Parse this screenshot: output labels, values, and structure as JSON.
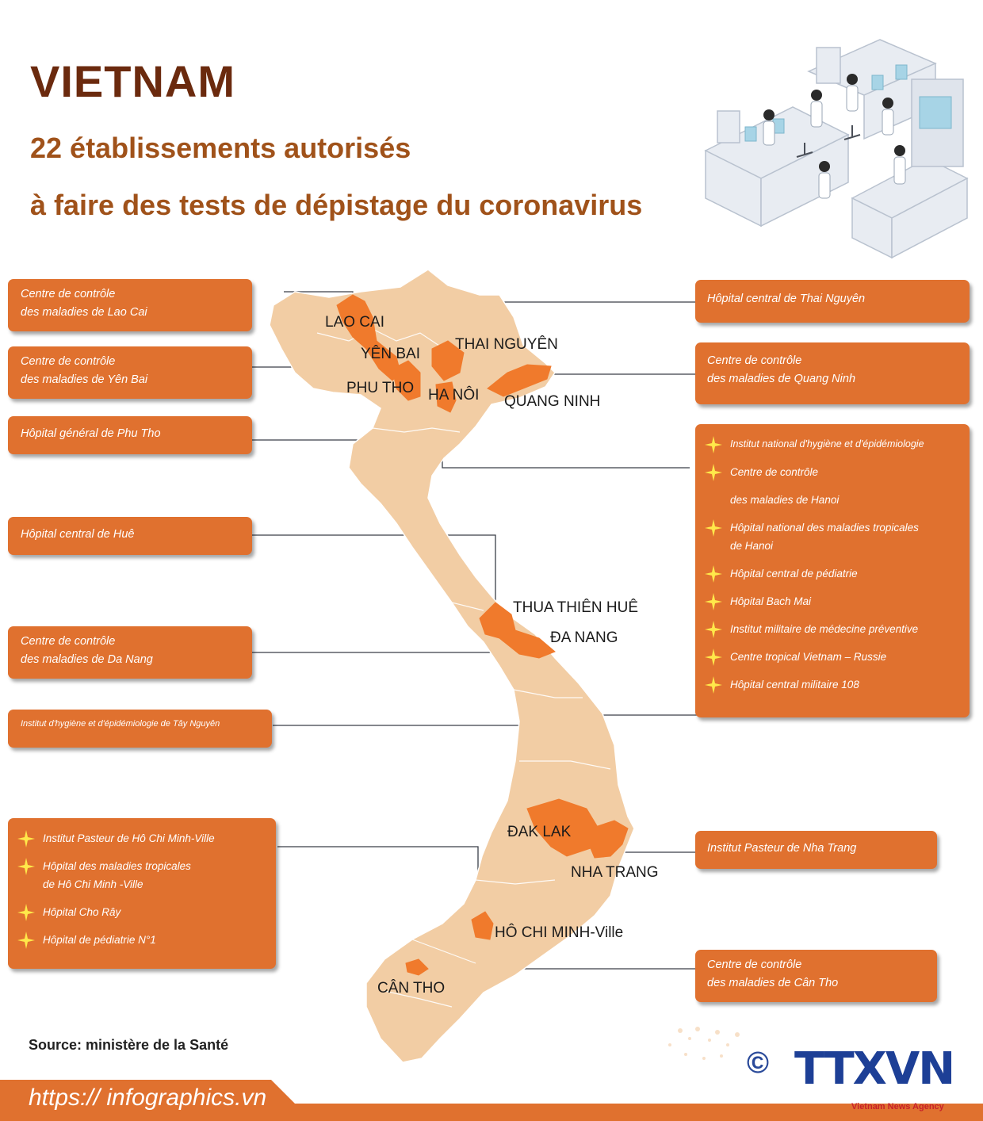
{
  "header": {
    "title": "VIETNAM",
    "subtitle_line1": "22 établissements autorisés",
    "subtitle_line2": "à faire des tests de dépistage du coronavirus"
  },
  "map_labels": {
    "lao_cai": "LAO CAI",
    "yen_bai": "YÊN BAI",
    "phu_tho": "PHU THO",
    "thai_nguyen": "THAI NGUYÊN",
    "ha_noi": "HA NÔI",
    "quang_ninh": "QUANG NINH",
    "thua_thien_hue": "THUA THIÊN HUÊ",
    "da_nang": "ĐA NANG",
    "dak_lak": "ĐAK LAK",
    "nha_trang": "NHA TRANG",
    "ho_chi_minh": "HÔ CHI MINH-Ville",
    "can_tho": "CÂN THO"
  },
  "left_boxes": {
    "lao_cai": [
      "Centre de contrôle",
      "des maladies de Lao Cai"
    ],
    "yen_bai": [
      "Centre de contrôle",
      "des maladies de Yên Bai"
    ],
    "phu_tho": "Hôpital général de Phu Tho",
    "hue": "Hôpital central de  Huê",
    "da_nang": [
      "Centre de contrôle",
      "des maladies de Da Nang"
    ],
    "tay_nguyen": "Institut d'hygiène et d'épidémiologie  de Tây Nguyên",
    "hcm": [
      "Institut Pasteur de Hô Chi Minh-Ville",
      "Hôpital des maladies tropicales",
      "de Hô Chi  Minh -Ville",
      "Hôpital Cho Rây",
      "Hôpital de  pédiatrie N°1"
    ]
  },
  "right_boxes": {
    "thai_nguyen": "Hôpital central de  Thai Nguyên",
    "quang_ninh": [
      "Centre de contrôle",
      "des maladies de Quang Ninh"
    ],
    "hanoi": [
      "Institut national d'hygiène et d'épidémiologie",
      "Centre de contrôle",
      "des maladies  de Hanoi",
      "Hôpital national des maladies tropicales",
      "de Hanoi",
      "Hôpital central de pédiatrie",
      "Hôpital  Bach Mai",
      "Institut militaire de médecine préventive",
      "Centre tropical Vietnam – Russie",
      "Hôpital central militaire 108"
    ],
    "nha_trang": "Institut Pasteur de Nha Trang",
    "can_tho": [
      "Centre de contrôle",
      "des maladies de Cân Tho"
    ]
  },
  "footer": {
    "source": "Source: ministère de la Santé",
    "url": "https:// infographics.vn",
    "copyright": "©",
    "logo": "TTXVN",
    "agency": "Vietnam News Agency"
  },
  "colors": {
    "province": "#f2cda4",
    "highlight": "#f07a2c",
    "box": "#e0712f",
    "star": "#ffe84a",
    "title": "#6b2a0e",
    "subtitle": "#a0521a",
    "footer": "#e0712f"
  },
  "icons": [
    "star-icon",
    "laboratory-illustration",
    "copyright-icon"
  ]
}
